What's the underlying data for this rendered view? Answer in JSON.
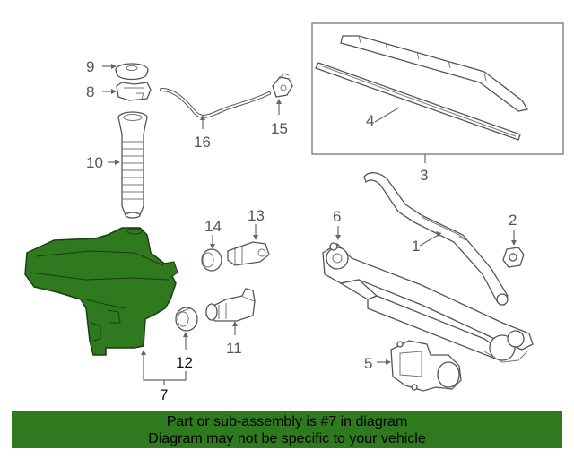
{
  "callouts": {
    "c1": "1",
    "c2": "2",
    "c3": "3",
    "c4": "4",
    "c5": "5",
    "c6": "6",
    "c7": "7",
    "c8": "8",
    "c9": "9",
    "c10": "10",
    "c11": "11",
    "c12": "12",
    "c13": "13",
    "c14": "14",
    "c15": "15",
    "c16": "16"
  },
  "banner": {
    "line1": "Part or sub-assembly is #7 in diagram",
    "line2": "Diagram may not be specific to your vehicle"
  },
  "colors": {
    "highlight": "#2f7a1e",
    "banner_bg": "#2f7a1e",
    "line": "#666666"
  }
}
